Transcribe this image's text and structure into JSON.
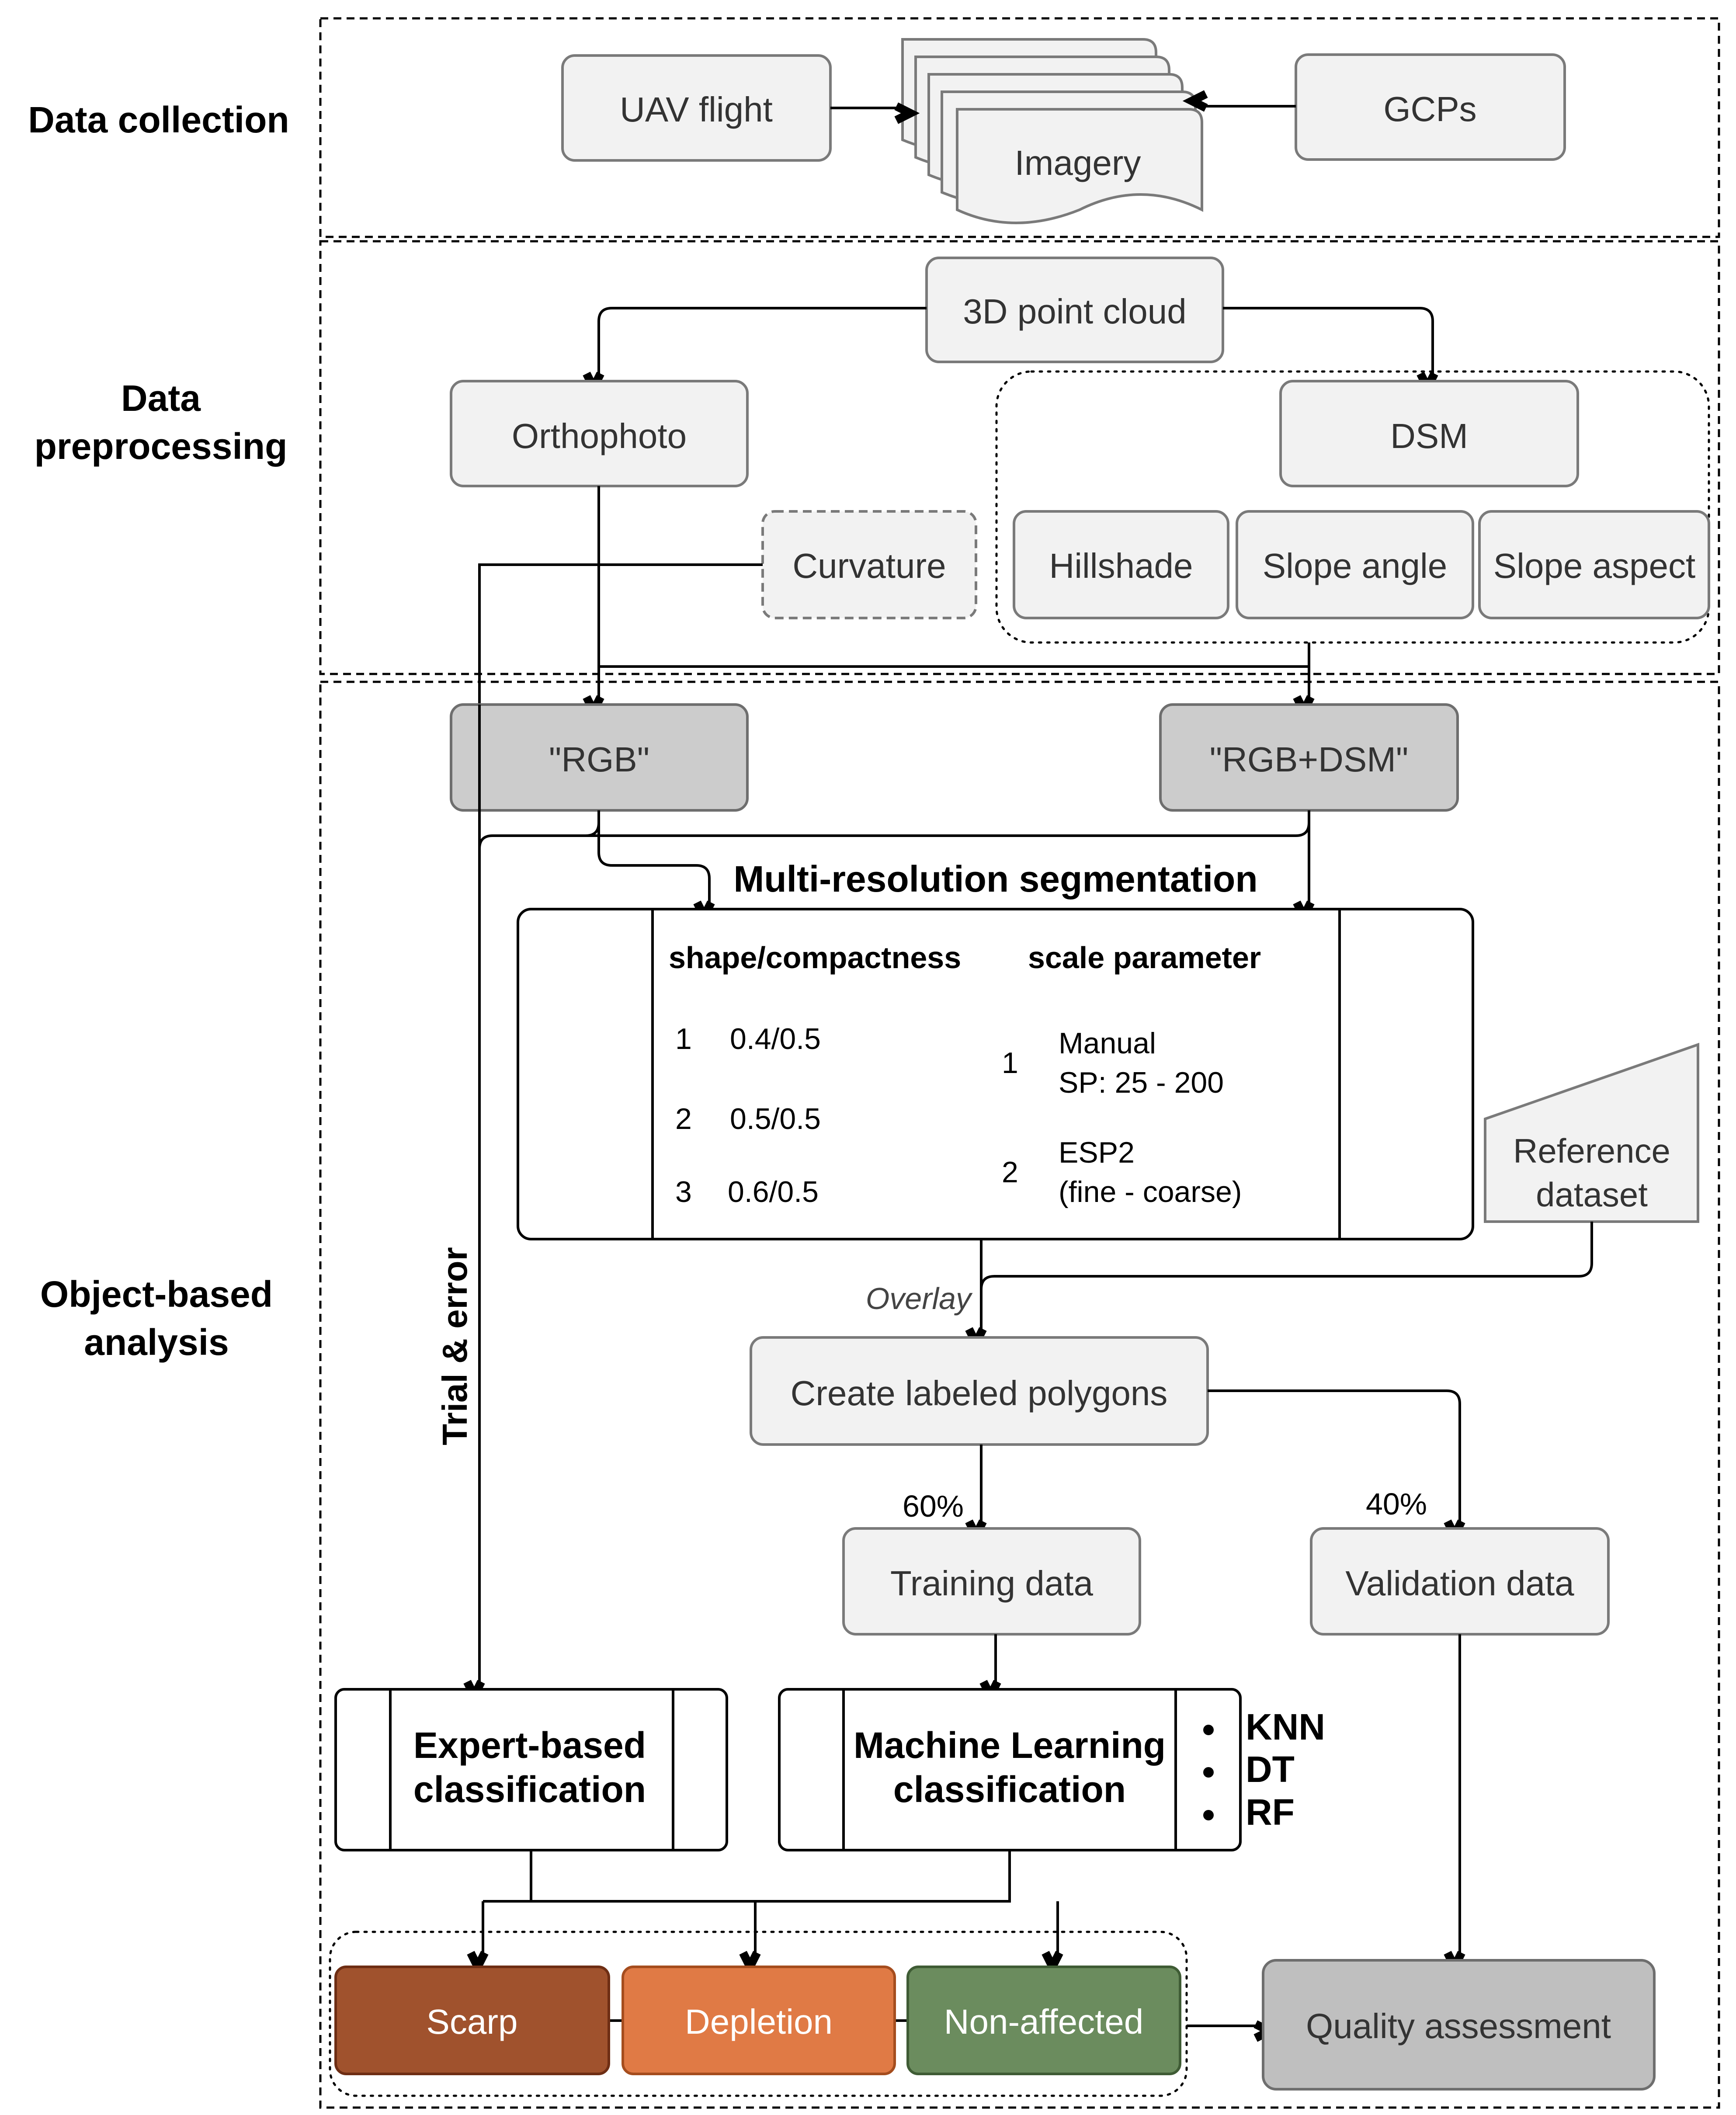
{
  "sections": {
    "collection": "Data collection",
    "preprocessing_line1": "Data",
    "preprocessing_line2": "preprocessing",
    "analysis_line1": "Object-based",
    "analysis_line2": "analysis"
  },
  "collection": {
    "uav": "UAV flight",
    "imagery": "Imagery",
    "gcps": "GCPs"
  },
  "preprocessing": {
    "point_cloud": "3D point cloud",
    "orthophoto": "Orthophoto",
    "dsm": "DSM",
    "curvature": "Curvature",
    "hillshade": "Hillshade",
    "slope_angle": "Slope angle",
    "slope_aspect": "Slope aspect"
  },
  "analysis": {
    "rgb": "\"RGB\"",
    "rgb_dsm": "\"RGB+DSM\"",
    "mrs_title": "Multi-resolution segmentation",
    "mrs_col1_header": "shape/compactness",
    "mrs_col2_header": "scale parameter",
    "shape_rows": [
      {
        "n": "1",
        "v": "0.4/0.5"
      },
      {
        "n": "2",
        "v": "0.5/0.5"
      },
      {
        "n": "3",
        "v": "0.6/0.5"
      }
    ],
    "scale_rows": [
      {
        "n": "1",
        "line1": "Manual",
        "line2": "SP: 25 - 200"
      },
      {
        "n": "2",
        "line1": "ESP2",
        "line2": "(fine - coarse)"
      }
    ],
    "reference_line1": "Reference",
    "reference_line2": "dataset",
    "overlay": "Overlay",
    "trial_error": "Trial & error",
    "labeled_polygons": "Create labeled polygons",
    "pct_training": "60%",
    "pct_validation": "40%",
    "training": "Training data",
    "validation": "Validation data",
    "expert_line1": "Expert-based",
    "expert_line2": "classification",
    "ml_line1": "Machine Learning",
    "ml_line2": "classification",
    "ml_methods": [
      "KNN",
      "DT",
      "RF"
    ],
    "classes": [
      "Scarp",
      "Depletion",
      "Non-affected"
    ],
    "quality": "Quality assessment"
  },
  "colors": {
    "box_fill": "#f2f2f2",
    "box_dark": "#cccccc",
    "scarp": "#a0522d",
    "depletion": "#e07a45",
    "non_affected": "#6b8c5e",
    "quality": "#bfbfbf"
  }
}
